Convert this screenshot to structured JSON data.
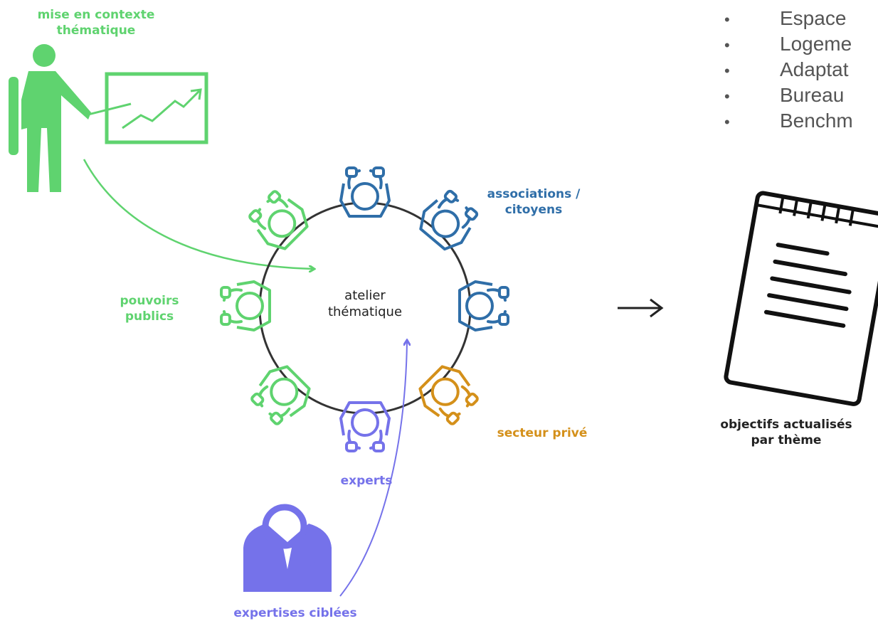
{
  "labels": {
    "intro": [
      "mise en contexte",
      "thématique"
    ],
    "center": [
      "atelier",
      "thématique"
    ],
    "public": [
      "pouvoirs",
      "publics"
    ],
    "associations": [
      "associations /",
      "citoyens"
    ],
    "private": "secteur privé",
    "experts": "experts",
    "targeted": "expertises ciblées",
    "output": [
      "objectifs actualisés",
      "par thème"
    ]
  },
  "bullets": [
    "Espace",
    "Logeme",
    "Adaptat",
    "Bureau",
    "Benchm"
  ],
  "colors": {
    "public": "#5fd36f",
    "associations": "#2f6ea8",
    "private": "#d4901a",
    "experts": "#7572ea"
  },
  "icons": [
    "presenter-icon",
    "chart-board-icon",
    "expert-magnifier-icon",
    "notepad-icon",
    "arrow-right-icon"
  ]
}
